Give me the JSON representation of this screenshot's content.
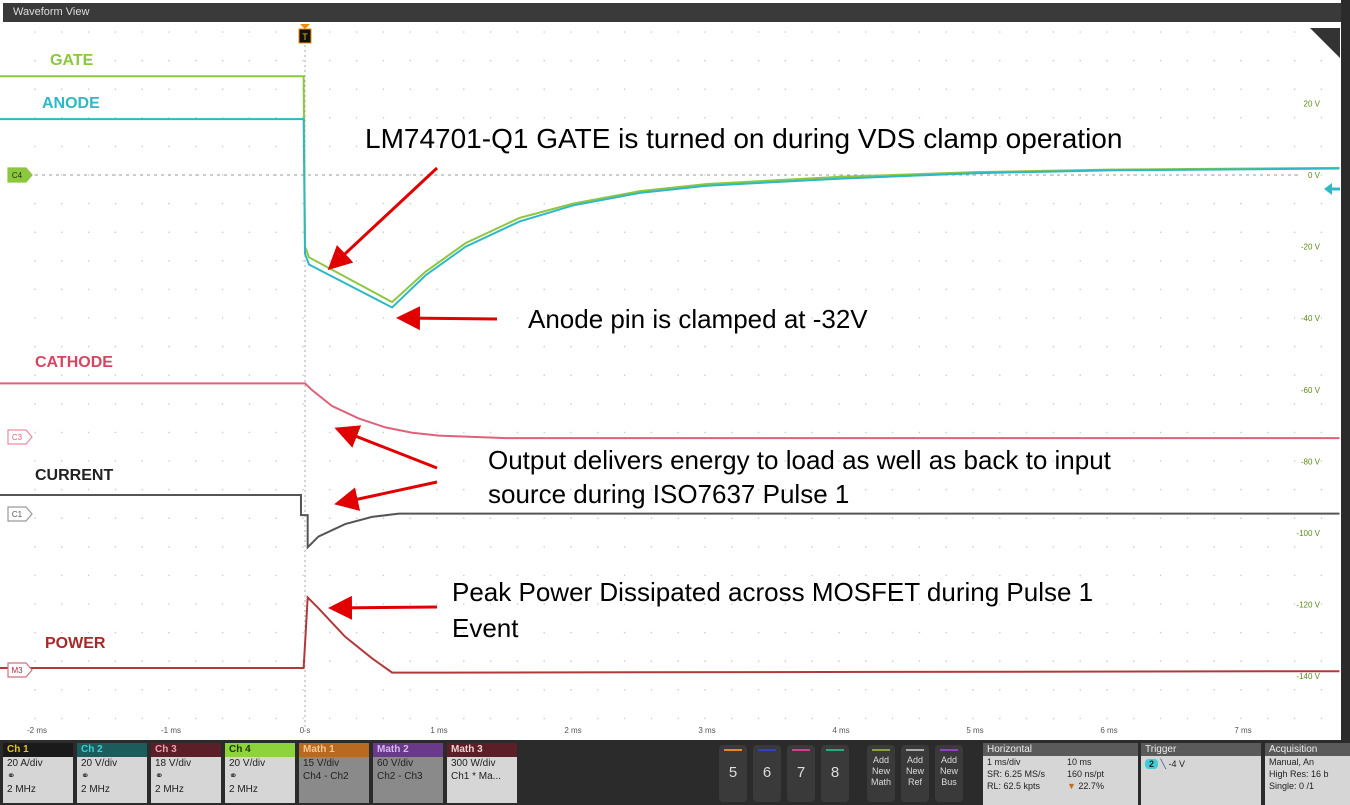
{
  "window_title": "Waveform View",
  "colors": {
    "gate": "#8dc63f",
    "anode": "#2fb8c4",
    "cathode": "#e0607a",
    "current": "#555555",
    "power": "#b03a3a",
    "trigger": "#f08c00",
    "arrow": "#e00000"
  },
  "trace_labels": {
    "gate": "GATE",
    "anode": "ANODE",
    "cathode": "CATHODE",
    "current": "CURRENT",
    "power": "POWER"
  },
  "markers": {
    "c4": "C4",
    "c3": "C3",
    "c1": "C1",
    "m3": "M3",
    "trigger": "T"
  },
  "annotations": {
    "gate_on": "LM74701-Q1 GATE is turned on during VDS clamp operation",
    "anode_clamp": "Anode pin is clamped at -32V",
    "output_line1": "Output delivers energy to load as well as back to input",
    "output_line2": "source during ISO7637 Pulse 1",
    "power_line1": "Peak Power Dissipated across MOSFET during Pulse 1",
    "power_line2": "Event"
  },
  "chart_data": {
    "type": "line",
    "x_unit": "ms",
    "y_unit": "V",
    "xlim": [
      -2.28,
      7.72
    ],
    "ylim": [
      -150,
      38
    ],
    "x_ticks": [
      {
        "v": -2,
        "label": "-2 ms"
      },
      {
        "v": -1,
        "label": "-1 ms"
      },
      {
        "v": 0,
        "label": "0 s"
      },
      {
        "v": 1,
        "label": "1 ms"
      },
      {
        "v": 2,
        "label": "2 ms"
      },
      {
        "v": 3,
        "label": "3 ms"
      },
      {
        "v": 4,
        "label": "4 ms"
      },
      {
        "v": 5,
        "label": "5 ms"
      },
      {
        "v": 6,
        "label": "6 ms"
      },
      {
        "v": 7,
        "label": "7 ms"
      }
    ],
    "y_ticks": [
      {
        "v": 20,
        "label": "20 V"
      },
      {
        "v": 0,
        "label": "0 V"
      },
      {
        "v": -20,
        "label": "-20 V"
      },
      {
        "v": -40,
        "label": "-40 V"
      },
      {
        "v": -60,
        "label": "-60 V"
      },
      {
        "v": -80,
        "label": "-80 V"
      },
      {
        "v": -100,
        "label": "-100 V"
      },
      {
        "v": -120,
        "label": "-120 V"
      },
      {
        "v": -140,
        "label": "-140 V"
      }
    ],
    "grid": true,
    "series": [
      {
        "name": "GATE",
        "key": "gate",
        "points": [
          [
            -2.28,
            27.6
          ],
          [
            -0.01,
            27.6
          ],
          [
            0,
            -20
          ],
          [
            0.03,
            -23
          ],
          [
            0.65,
            -35.5
          ],
          [
            0.9,
            -27
          ],
          [
            1.2,
            -19
          ],
          [
            1.6,
            -12
          ],
          [
            2,
            -8
          ],
          [
            2.5,
            -4.5
          ],
          [
            3,
            -2.5
          ],
          [
            4,
            -0.5
          ],
          [
            5,
            0.8
          ],
          [
            6,
            1.5
          ],
          [
            7.72,
            2
          ]
        ]
      },
      {
        "name": "ANODE",
        "key": "anode",
        "points": [
          [
            -2.28,
            15.6
          ],
          [
            -0.01,
            15.6
          ],
          [
            0,
            -22
          ],
          [
            0.03,
            -25
          ],
          [
            0.65,
            -37
          ],
          [
            0.9,
            -28
          ],
          [
            1.2,
            -20
          ],
          [
            1.6,
            -13
          ],
          [
            2,
            -8.5
          ],
          [
            2.5,
            -5
          ],
          [
            3,
            -3
          ],
          [
            4,
            -1
          ],
          [
            5,
            0.5
          ],
          [
            6,
            1.3
          ],
          [
            7.72,
            1.8
          ]
        ]
      },
      {
        "name": "CATHODE",
        "key": "cathode",
        "points": [
          [
            -2.28,
            -58.2
          ],
          [
            0,
            -58.2
          ],
          [
            0.05,
            -60
          ],
          [
            0.2,
            -64.5
          ],
          [
            0.4,
            -68
          ],
          [
            0.6,
            -70.5
          ],
          [
            0.8,
            -72
          ],
          [
            1.0,
            -72.8
          ],
          [
            1.5,
            -73.5
          ],
          [
            7.72,
            -73.5
          ]
        ]
      },
      {
        "name": "CURRENT",
        "key": "current",
        "points": [
          [
            -2.28,
            -89.4
          ],
          [
            -0.03,
            -89.4
          ],
          [
            -0.03,
            -95
          ],
          [
            0.02,
            -95
          ],
          [
            0.02,
            -104
          ],
          [
            0.1,
            -101
          ],
          [
            0.3,
            -97.5
          ],
          [
            0.5,
            -95.5
          ],
          [
            0.7,
            -94.6
          ],
          [
            7.72,
            -94.6
          ]
        ]
      },
      {
        "name": "POWER",
        "key": "power",
        "points": [
          [
            -2.28,
            -137.7
          ],
          [
            -0.01,
            -137.7
          ],
          [
            0.02,
            -118
          ],
          [
            0.1,
            -121
          ],
          [
            0.3,
            -129
          ],
          [
            0.5,
            -135
          ],
          [
            0.65,
            -139
          ],
          [
            1,
            -139
          ],
          [
            7.72,
            -138.6
          ]
        ]
      }
    ]
  },
  "channels": [
    {
      "name": "Ch 1",
      "color": "#1a1a1a",
      "text": "#e6c619",
      "line1": "20 A/div",
      "line2": "2 MHz"
    },
    {
      "name": "Ch 2",
      "color": "#1d5c5c",
      "text": "#3ccfd6",
      "line1": "20 V/div",
      "line2": "2 MHz"
    },
    {
      "name": "Ch 3",
      "color": "#5a1f28",
      "text": "#f0a0b0",
      "line1": "18 V/div",
      "line2": "2 MHz"
    },
    {
      "name": "Ch 4",
      "color": "#8dd43a",
      "text": "#1a3a00",
      "line1": "20 V/div",
      "line2": "2 MHz"
    },
    {
      "name": "Math 1",
      "color": "#b86a20",
      "text": "#f3c890",
      "line1": "15 V/div",
      "line2": "Ch4 - Ch2"
    },
    {
      "name": "Math 2",
      "color": "#6a3a8a",
      "text": "#d8b8f0",
      "line1": "60 V/div",
      "line2": "Ch2 - Ch3"
    },
    {
      "name": "Math 3",
      "color": "#5a1f28",
      "text": "#f0d0d0",
      "line1": "300 W/div",
      "line2": "Ch1 * Ma..."
    }
  ],
  "channel_buttons": [
    {
      "label": "5",
      "color": "#e08a20"
    },
    {
      "label": "6",
      "color": "#3040c0"
    },
    {
      "label": "7",
      "color": "#d04090"
    },
    {
      "label": "8",
      "color": "#20b080"
    }
  ],
  "add_buttons": [
    {
      "label": "Add New Math",
      "color": "#8aa040"
    },
    {
      "label": "Add New Ref",
      "color": "#aaaaaa"
    },
    {
      "label": "Add New Bus",
      "color": "#9040c0"
    }
  ],
  "horizontal": {
    "title": "Horizontal",
    "scale": "1 ms/div",
    "position": "10 ms",
    "sample_rate": "SR: 6.25 MS/s",
    "resolution": "160 ns/pt",
    "record_length": "RL: 62.5 kpts",
    "trigger_pos": "22.7%"
  },
  "trigger": {
    "title": "Trigger",
    "source": "2",
    "level": "-4 V"
  },
  "acquisition": {
    "title": "Acquisition",
    "mode": "Manual,",
    "mode2": "An",
    "res": "High Res: 16 b",
    "single": "Single: 0 /1"
  }
}
